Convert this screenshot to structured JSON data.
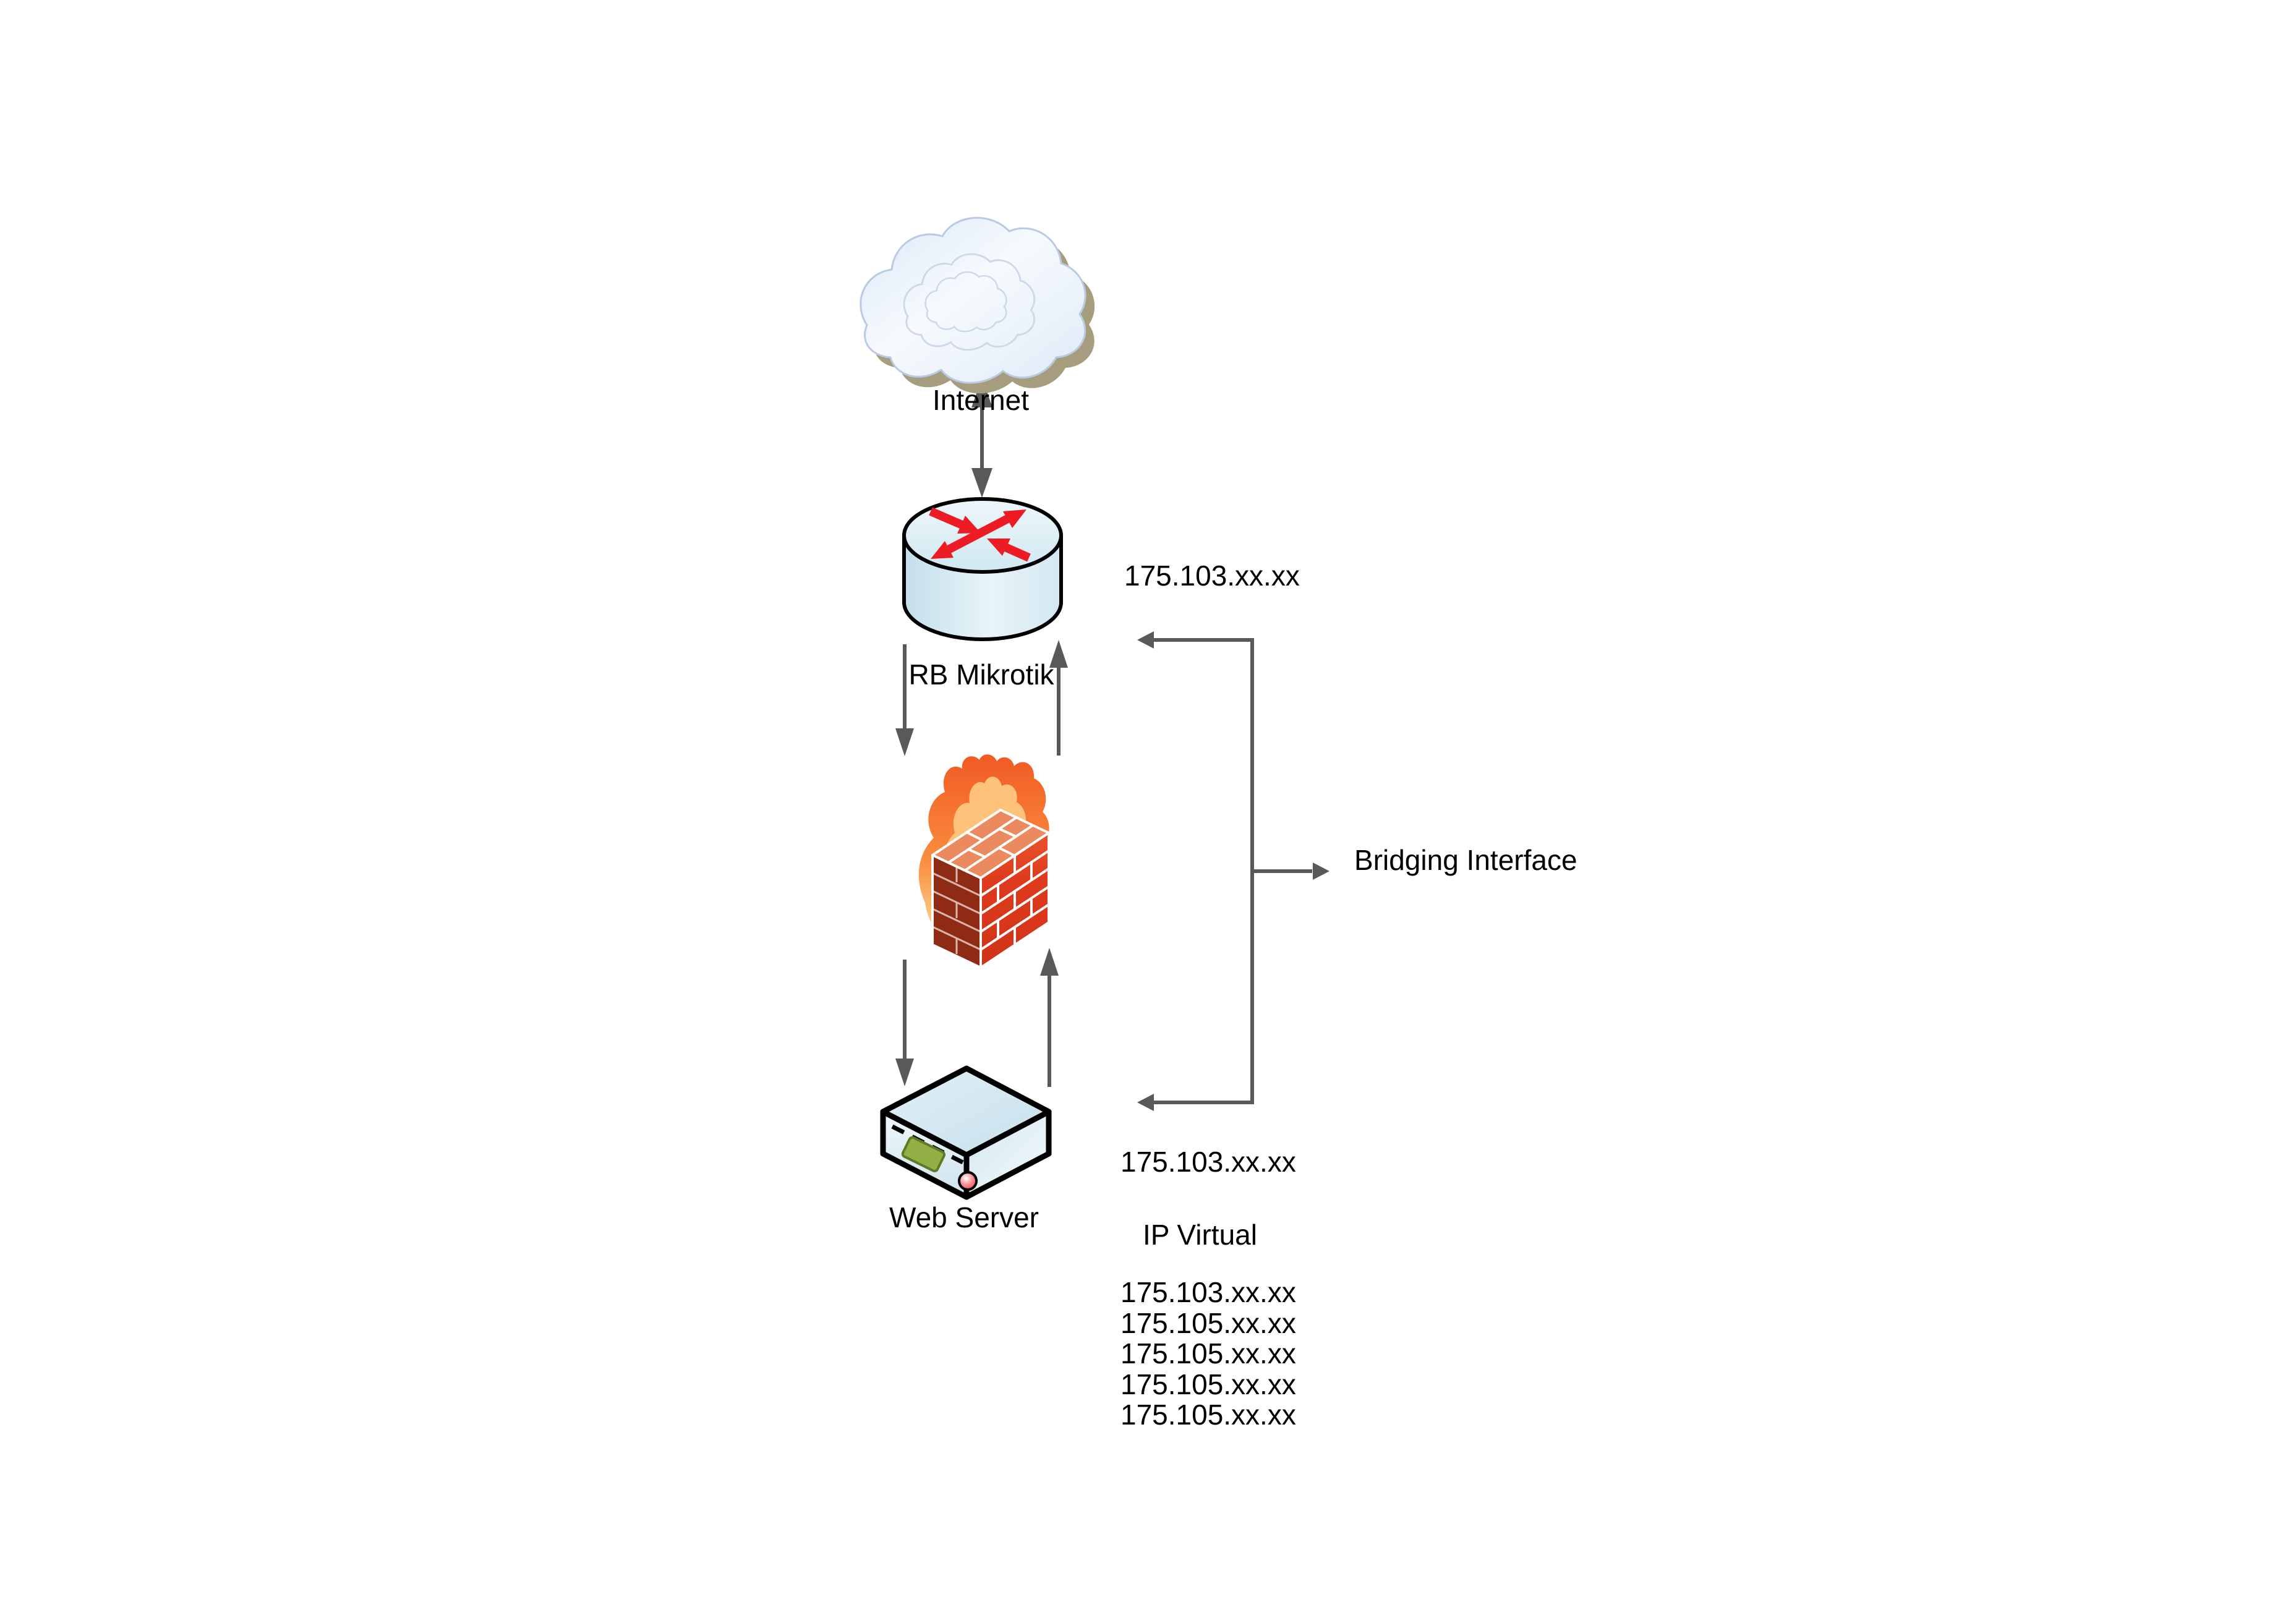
{
  "diagram": {
    "labels": {
      "internet": "Internet",
      "router": "RB Mikrotik",
      "server": "Web Server",
      "bridging": "Bridging Interface",
      "ip_virtual_title": "IP Virtual"
    },
    "addresses": {
      "router_ip": "175.103.xx.xx",
      "server_ip": "175.103.xx.xx"
    },
    "ip_virtual_list": [
      "175.103.xx.xx",
      "175.105.xx.xx",
      "175.105.xx.xx",
      "175.105.xx.xx",
      "175.105.xx.xx"
    ],
    "icons": [
      "internet-cloud-icon",
      "router-icon",
      "firewall-icon",
      "web-server-icon"
    ],
    "colors": {
      "connector_gray": "#58595b",
      "router_arrow_red": "#ed1c24",
      "brick_front": "#df3a1d",
      "brick_side": "#8f2b15",
      "brick_top": "#ec8a5f",
      "flame_orange": "#f15a24",
      "flame_light": "#ffc27a",
      "cloud_shadow": "#a69d7f",
      "device_blue": "#d9ecf4",
      "text": "#000000"
    }
  }
}
